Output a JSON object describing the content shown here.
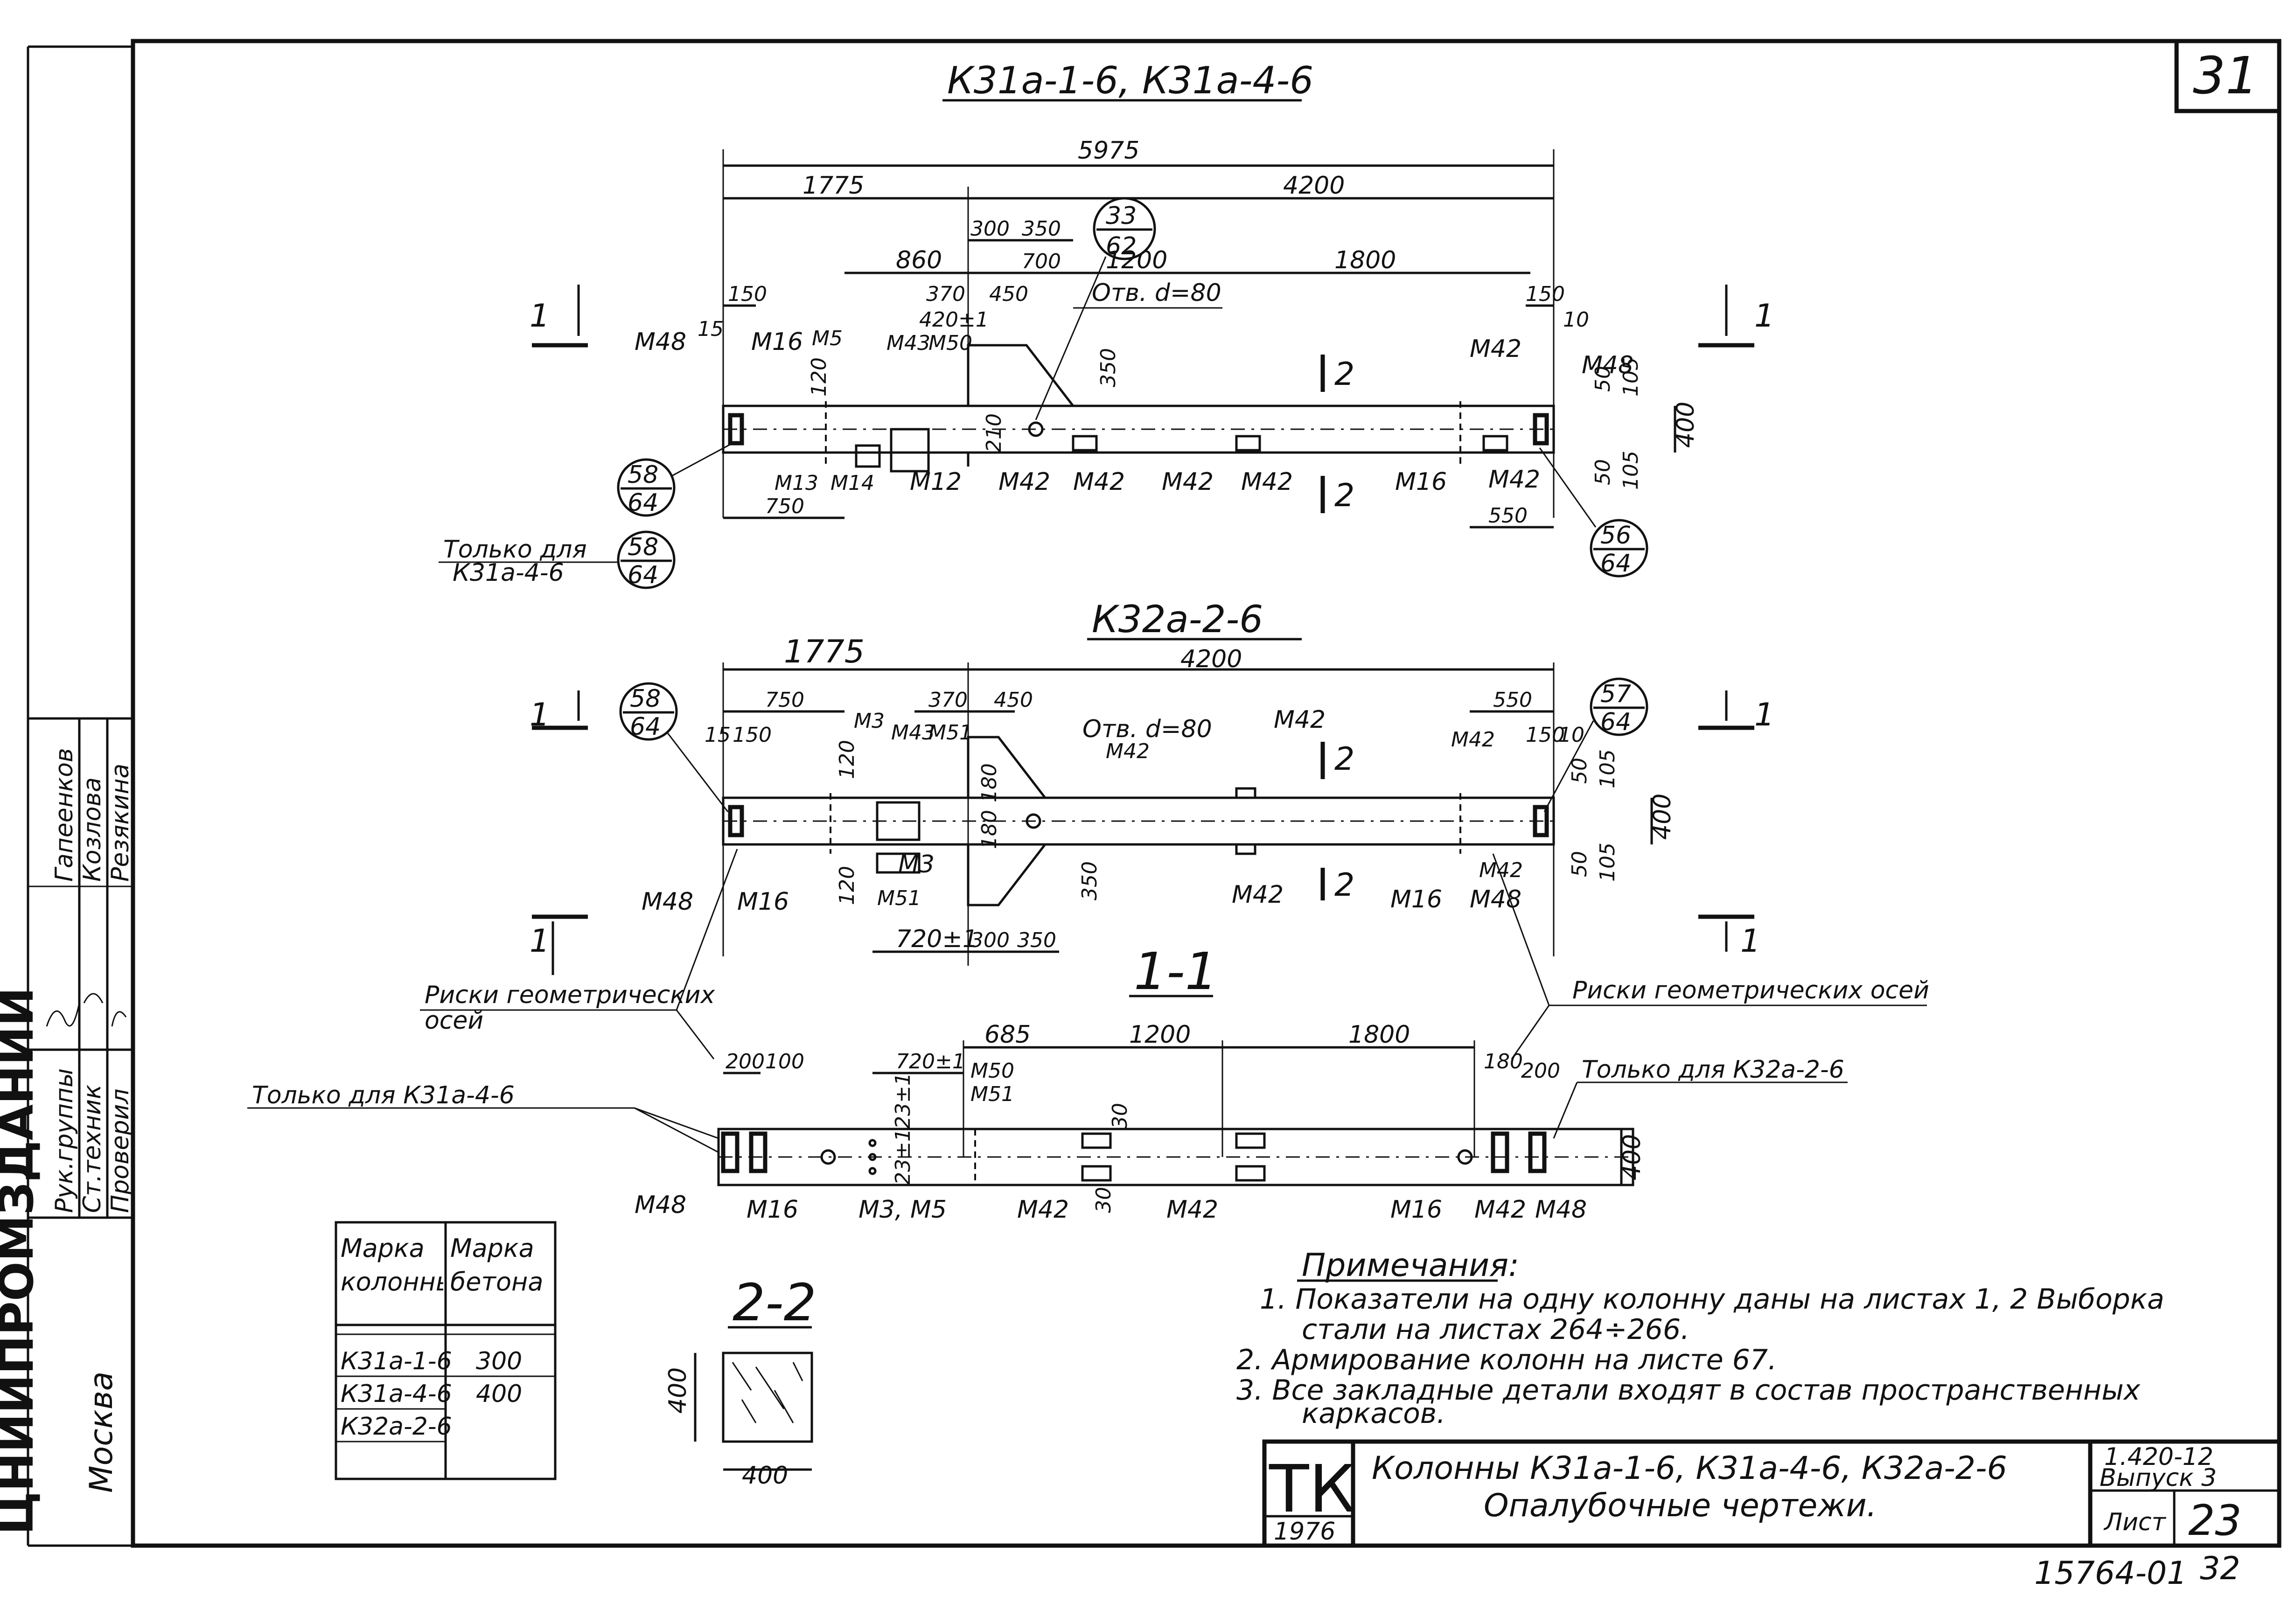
{
  "sheet_number": "31",
  "views": {
    "k31": {
      "title": "К31а-1-6, К31а-4-6",
      "dim_total": "5975",
      "dim_left": "1775",
      "dim_right": "4200",
      "dims_upper": [
        "300",
        "350",
        "700",
        "860",
        "370",
        "450",
        "1200",
        "1800",
        "150",
        "150",
        "10",
        "15"
      ],
      "dims_mid": [
        "420±1",
        "Отв. d=80",
        "350",
        "120",
        "210"
      ],
      "dims_right": [
        "50",
        "105",
        "400",
        "50",
        "105"
      ],
      "dims_bottom": [
        "750",
        "550"
      ],
      "bubble_top": {
        "num": "33",
        "den": "62"
      },
      "bubble_left": {
        "num": "58",
        "den": "64"
      },
      "bubble_right": {
        "num": "56",
        "den": "64"
      },
      "bubble_only": {
        "num": "58",
        "den": "64"
      },
      "only_for_label_1": "Только для",
      "only_for_label_2": "К31а-4-6",
      "parts_top": [
        "М48",
        "М16",
        "М5",
        "М43",
        "М50",
        "М42",
        "М48"
      ],
      "parts_bottom": [
        "М13",
        "М14",
        "М12",
        "М42",
        "М42",
        "М42",
        "М42",
        "М16",
        "М42"
      ],
      "section_mark": "2",
      "cut_mark": "1"
    },
    "k32": {
      "title": "К32а-2-6",
      "dim_left": "1775",
      "dim_right": "4200",
      "dims_upper": [
        "750",
        "370",
        "450",
        "550",
        "15",
        "150",
        "150",
        "10"
      ],
      "dims_mid": [
        "Отв. d=80",
        "120",
        "180",
        "120",
        "180",
        "350"
      ],
      "dims_right": [
        "50",
        "105",
        "400",
        "50",
        "105"
      ],
      "dims_bottom": [
        "720±1",
        "300",
        "350"
      ],
      "bubble_left": {
        "num": "58",
        "den": "64"
      },
      "bubble_right": {
        "num": "57",
        "den": "64"
      },
      "parts_top": [
        "М3",
        "М43",
        "М51",
        "М42",
        "М42",
        "М42"
      ],
      "parts_bottom": [
        "М48",
        "М16",
        "М3",
        "М51",
        "М42",
        "М16",
        "М42",
        "М48"
      ],
      "section_mark": "2",
      "cut_mark": "1"
    },
    "section_1_1": {
      "title": "1-1",
      "dims_top": [
        "200",
        "100",
        "720±1",
        "685",
        "1200",
        "1800",
        "180",
        "200"
      ],
      "dims_mid": [
        "30",
        "30",
        "23±1",
        "23±1",
        "400"
      ],
      "parts_top": [
        "М50",
        "М51"
      ],
      "parts_bottom": [
        "М48",
        "М16",
        "М3, М5",
        "М42",
        "М42",
        "М16",
        "М42",
        "М48"
      ],
      "only_left": "Только для К31а-4-6",
      "only_right": "Только для К32а-2-6",
      "risk_left_1": "Риски геометрических",
      "risk_left_2": "осей",
      "risk_right": "Риски геометрических осей"
    },
    "section_2_2": {
      "title": "2-2",
      "dim_h": "400",
      "dim_w": "400"
    }
  },
  "concrete_table": {
    "headers": [
      "Марка колонны",
      "Марка бетона"
    ],
    "rows": [
      {
        "column": "К31а-1-6",
        "concrete": "300"
      },
      {
        "column": "К31а-4-6",
        "concrete": "400"
      },
      {
        "column": "К32а-2-6",
        "concrete": ""
      }
    ]
  },
  "notes": {
    "heading": "Примечания:",
    "items": [
      "1. Показатели на одну колонну даны на листах 1, 2 Выборка",
      "стали на листах 264÷266.",
      "2. Армирование колонн на листе 67.",
      "3. Все закладные детали входят в состав пространственных",
      "каркасов."
    ]
  },
  "title_block": {
    "mark": "ТК",
    "year": "1976",
    "title_line1": "Колонны К31а-1-6, К31а-4-6, К32а-2-6",
    "title_line2": "Опалубочные чертежи.",
    "series": "1.420-12",
    "issue": "Выпуск 3",
    "sheet_label": "Лист",
    "sheet_no": "23"
  },
  "side_stamp": {
    "org": "ЦНИИПРОМЗДАНИЙ",
    "city": "Москва",
    "roles": [
      "Рук.группы",
      "Ст.техник",
      "Проверил"
    ],
    "names": [
      "Гапеенков",
      "Козлова",
      "Резякина"
    ]
  },
  "bottom_code": "15764-01",
  "bottom_page": "32"
}
